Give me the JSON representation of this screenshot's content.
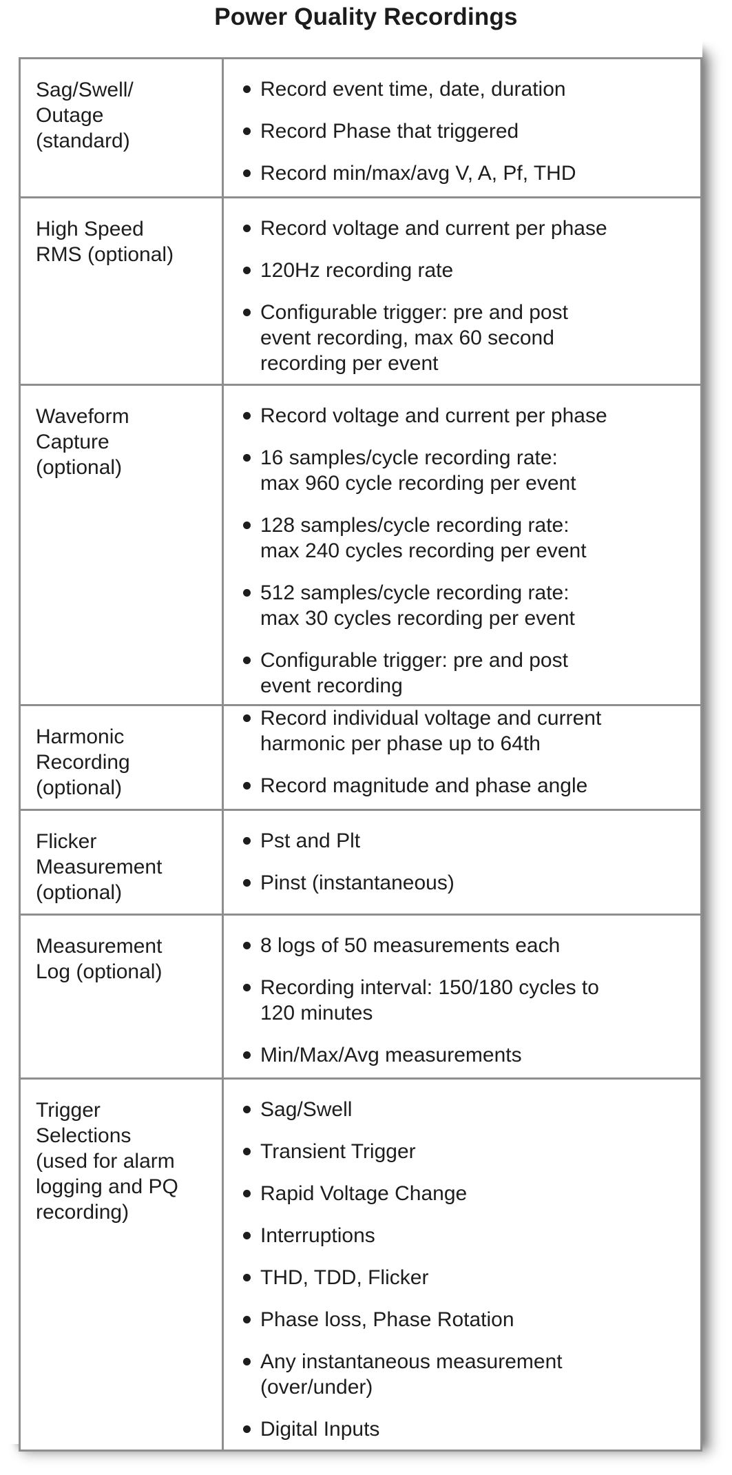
{
  "title": "Power Quality Recordings",
  "colors": {
    "text": "#1d1d1d",
    "border": "#8e8e8e",
    "background": "#ffffff"
  },
  "table": {
    "rows": [
      {
        "feature": "Sag/Swell/\nOutage\n(standard)",
        "bullets": [
          "Record event time, date, duration",
          "Record Phase that triggered",
          "Record min/max/avg V, A, Pf, THD"
        ]
      },
      {
        "feature": "High Speed\nRMS (optional)",
        "bullets": [
          "Record voltage and current per phase",
          "120Hz recording rate",
          "Configurable trigger: pre and post\nevent recording, max 60 second\nrecording per event"
        ]
      },
      {
        "feature": "Waveform\nCapture\n(optional)",
        "bullets": [
          "Record voltage and current per phase",
          "16 samples/cycle recording rate:\nmax 960 cycle recording per event",
          "128 samples/cycle recording rate:\nmax 240 cycles recording per event",
          "512 samples/cycle recording rate:\nmax 30 cycles recording per event",
          "Configurable trigger: pre and post\nevent recording"
        ]
      },
      {
        "feature": "Harmonic\nRecording\n(optional)",
        "bullets": [
          "Record individual voltage and current\nharmonic per phase up to 64th",
          "Record magnitude and phase angle"
        ]
      },
      {
        "feature": "Flicker\nMeasurement\n(optional)",
        "bullets": [
          "Pst and Plt",
          "Pinst (instantaneous)"
        ]
      },
      {
        "feature": "Measurement\nLog (optional)",
        "bullets": [
          "8 logs of 50 measurements each",
          "Recording interval: 150/180 cycles to\n120 minutes",
          "Min/Max/Avg measurements"
        ]
      },
      {
        "feature": "Trigger\nSelections\n(used for alarm\nlogging and PQ\nrecording)",
        "bullets": [
          "Sag/Swell",
          "Transient Trigger",
          "Rapid Voltage Change",
          "Interruptions",
          "THD, TDD, Flicker",
          "Phase loss, Phase Rotation",
          "Any instantaneous measurement\n(over/under)",
          "Digital Inputs"
        ]
      }
    ]
  }
}
